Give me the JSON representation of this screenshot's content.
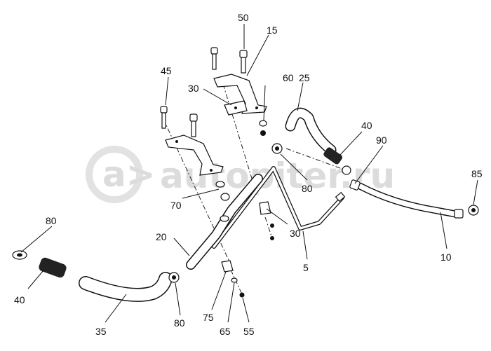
{
  "watermark": {
    "text": "autopiter.ru"
  },
  "callouts": [
    {
      "id": "50",
      "text": "50"
    },
    {
      "id": "15",
      "text": "15"
    },
    {
      "id": "45",
      "text": "45"
    },
    {
      "id": "30a",
      "text": "30"
    },
    {
      "id": "60",
      "text": "60"
    },
    {
      "id": "25",
      "text": "25"
    },
    {
      "id": "40a",
      "text": "40"
    },
    {
      "id": "90",
      "text": "90"
    },
    {
      "id": "85",
      "text": "85"
    },
    {
      "id": "80a",
      "text": "80"
    },
    {
      "id": "70",
      "text": "70"
    },
    {
      "id": "30b",
      "text": "30"
    },
    {
      "id": "20",
      "text": "20"
    },
    {
      "id": "80b",
      "text": "80"
    },
    {
      "id": "40b",
      "text": "40"
    },
    {
      "id": "5",
      "text": "5"
    },
    {
      "id": "10",
      "text": "10"
    },
    {
      "id": "35",
      "text": "35"
    },
    {
      "id": "80c",
      "text": "80"
    },
    {
      "id": "75",
      "text": "75"
    },
    {
      "id": "65",
      "text": "65"
    },
    {
      "id": "55",
      "text": "55"
    }
  ]
}
